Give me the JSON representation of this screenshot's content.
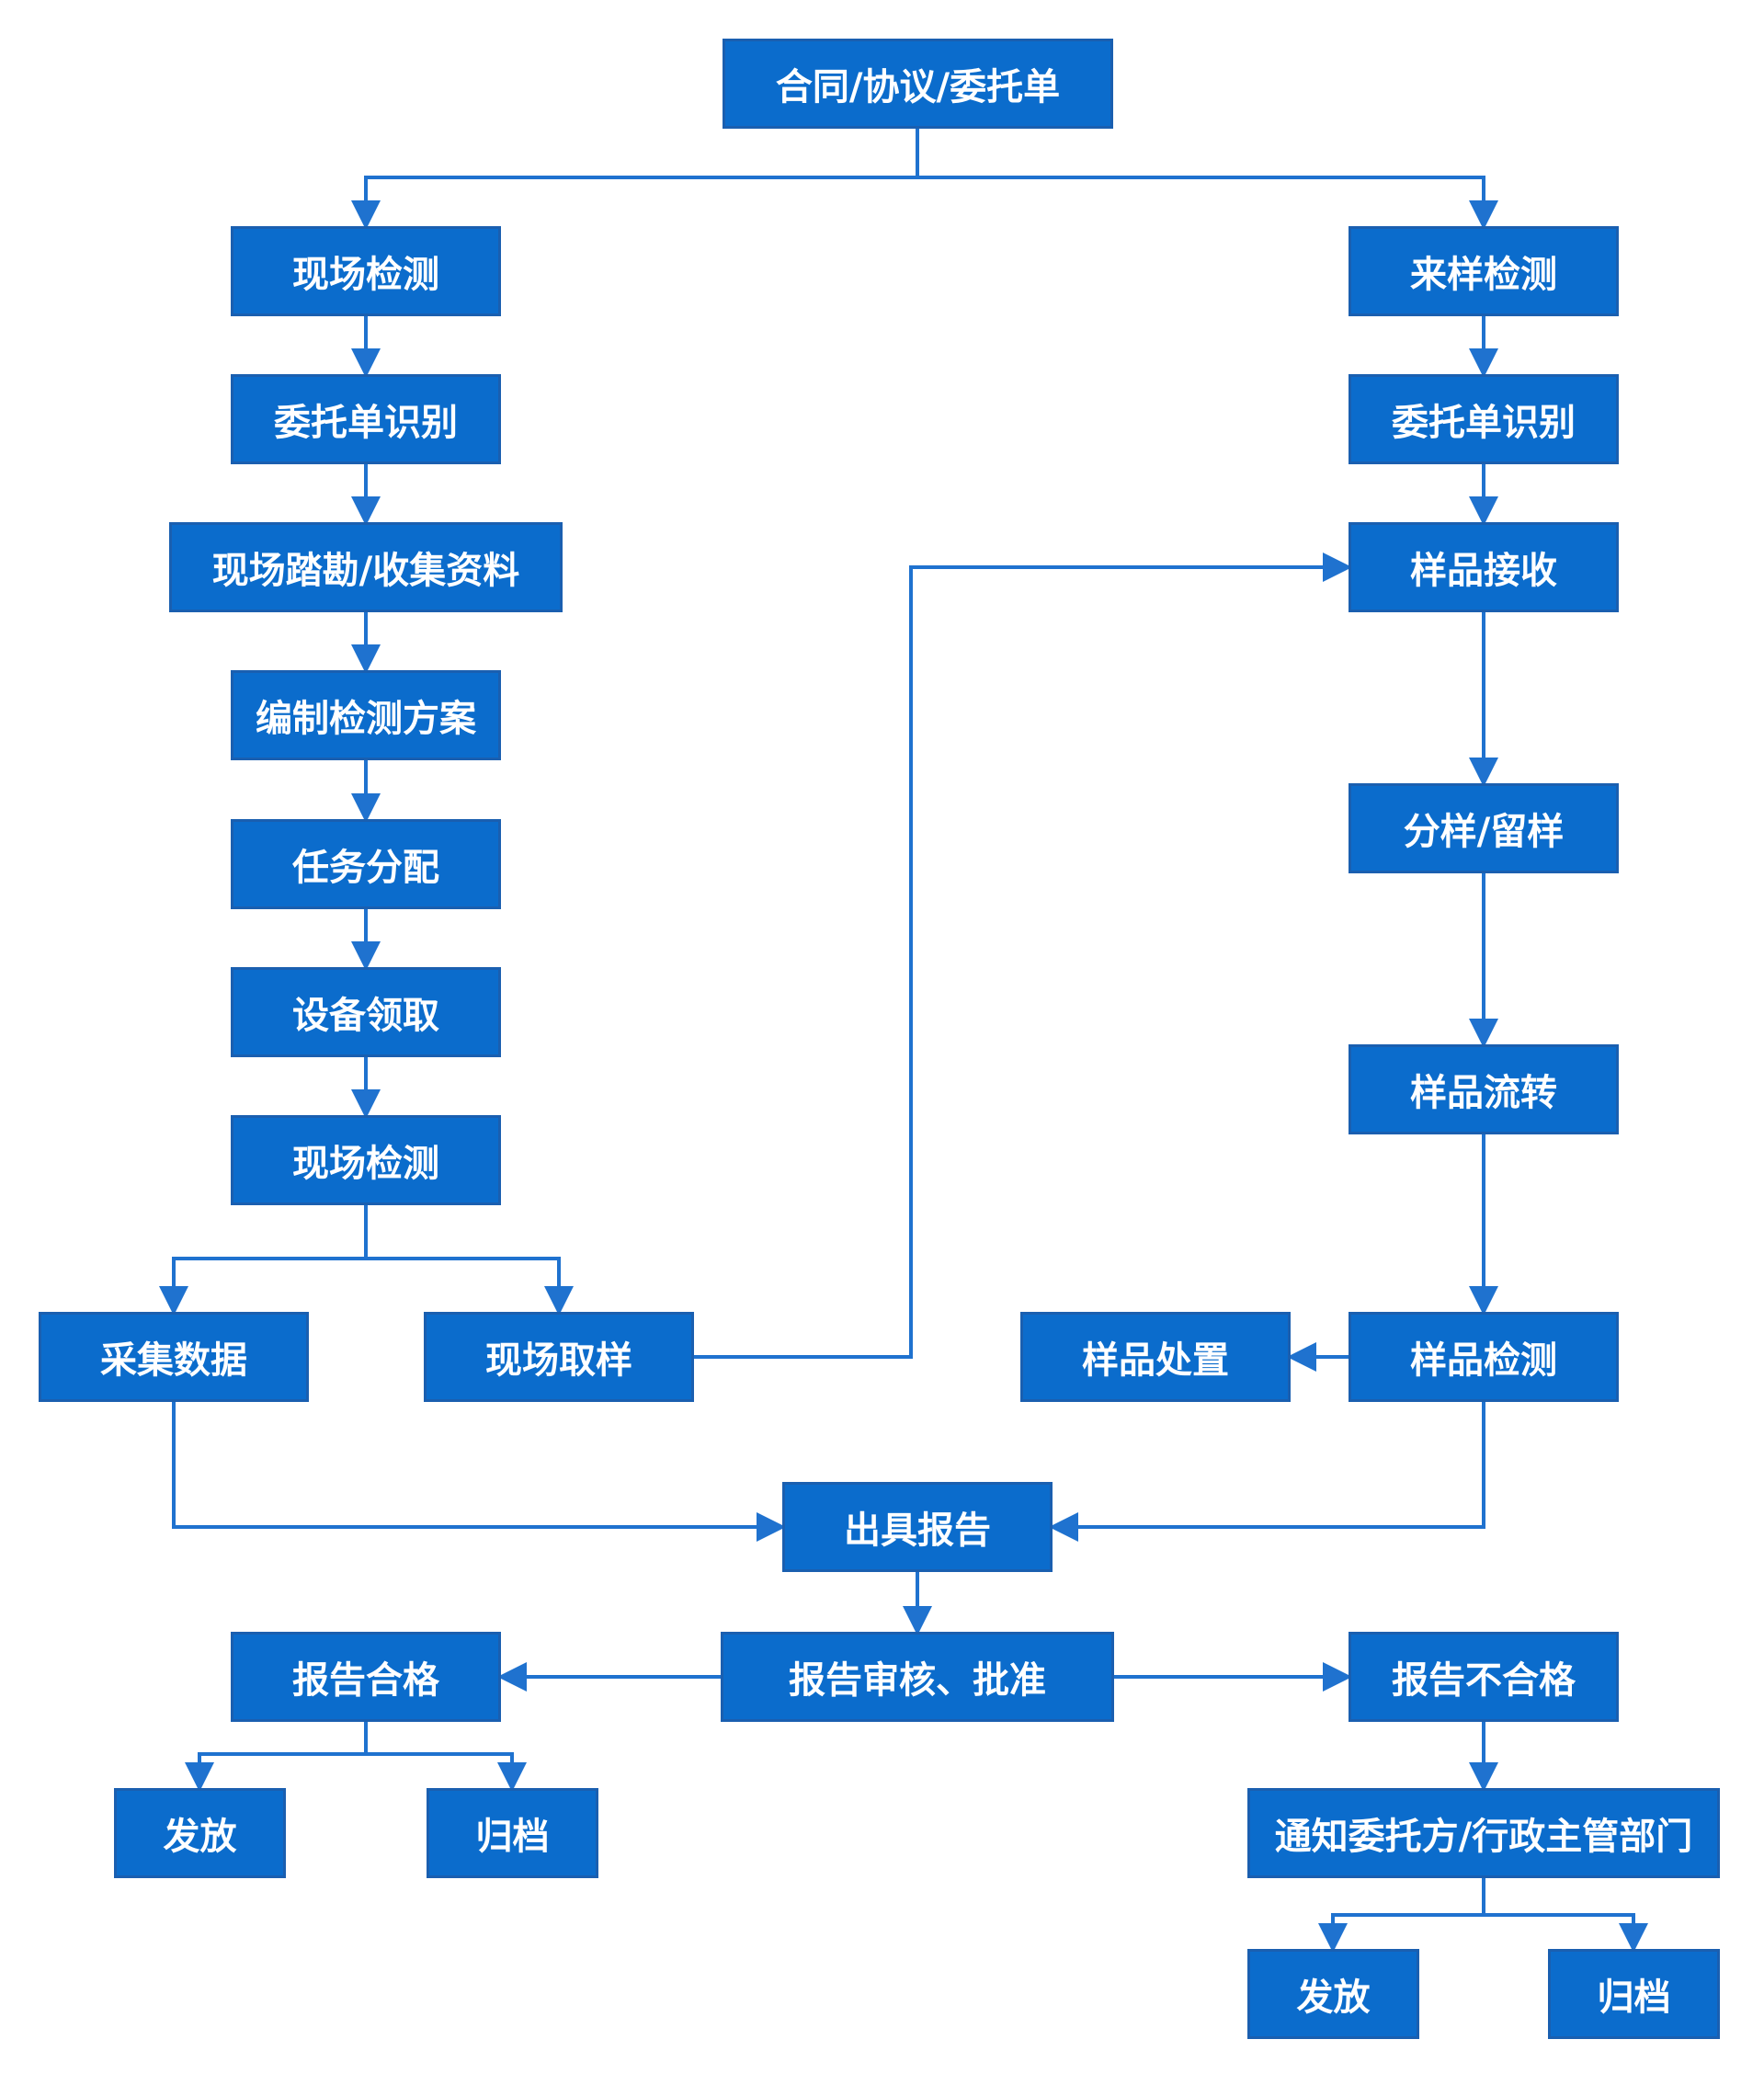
{
  "colors": {
    "node_fill": "#0b6ccc",
    "edge": "#1f72cf",
    "text": "#ffffff"
  },
  "nodes": {
    "contract": "合同/协议/委托单",
    "onsite_test": "现场检测",
    "sample_test": "来样检测",
    "order_id_left": "委托单识别",
    "order_id_right": "委托单识别",
    "survey": "现场踏勘/收集资料",
    "sample_receive": "样品接收",
    "plan": "编制检测方案",
    "split_sample": "分样/留样",
    "task_assign": "任务分配",
    "equip_collect": "设备领取",
    "sample_flow": "样品流转",
    "onsite_test_2": "现场检测",
    "collect_data": "采集数据",
    "onsite_sampling": "现场取样",
    "sample_dispose": "样品处置",
    "sample_inspect": "样品检测",
    "issue_report": "出具报告",
    "report_ok": "报告合格",
    "review": "报告审核、批准",
    "report_fail": "报告不合格",
    "release_left": "发放",
    "archive_left": "归档",
    "notify": "通知委托方/行政主管部门",
    "release_right": "发放",
    "archive_right": "归档"
  }
}
